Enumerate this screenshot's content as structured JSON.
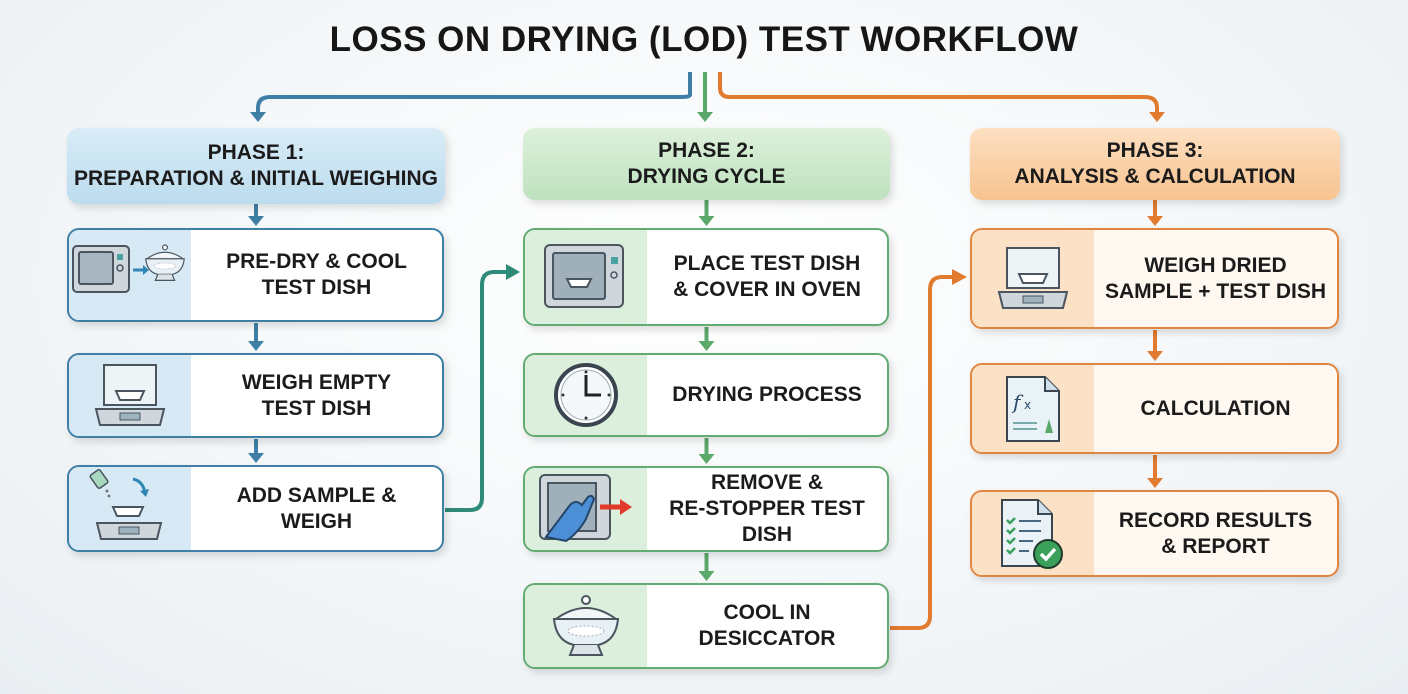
{
  "title": "LOSS ON DRYING (LOD) TEST WORKFLOW",
  "colors": {
    "phase1": "#3f7fa6",
    "phase2": "#5aa86a",
    "phase3": "#e07b30",
    "link1": "#2e8b7a"
  },
  "phases": [
    {
      "line1": "PHASE 1:",
      "line2": "PREPARATION & INITIAL WEIGHING",
      "steps": [
        {
          "label": "PRE-DRY & COOL\nTEST DISH",
          "icon": "oven-to-desiccator-icon"
        },
        {
          "label": "WEIGH EMPTY\nTEST DISH",
          "icon": "balance-icon"
        },
        {
          "label": "ADD SAMPLE &\nWEIGH",
          "icon": "add-sample-balance-icon"
        }
      ]
    },
    {
      "line1": "PHASE 2:",
      "line2": "DRYING CYCLE",
      "steps": [
        {
          "label": "PLACE TEST DISH\n& COVER IN OVEN",
          "icon": "oven-icon"
        },
        {
          "label": "DRYING PROCESS",
          "icon": "clock-icon"
        },
        {
          "label": "REMOVE &\nRE-STOPPER TEST DISH",
          "icon": "gloved-hand-oven-icon"
        },
        {
          "label": "COOL IN DESICCATOR",
          "icon": "desiccator-icon"
        }
      ]
    },
    {
      "line1": "PHASE 3:",
      "line2": "ANALYSIS & CALCULATION",
      "steps": [
        {
          "label": "WEIGH DRIED\nSAMPLE + TEST DISH",
          "icon": "balance-icon"
        },
        {
          "label": "CALCULATION",
          "icon": "formula-document-icon"
        },
        {
          "label": "RECORD RESULTS\n& REPORT",
          "icon": "checklist-report-icon"
        }
      ]
    }
  ]
}
